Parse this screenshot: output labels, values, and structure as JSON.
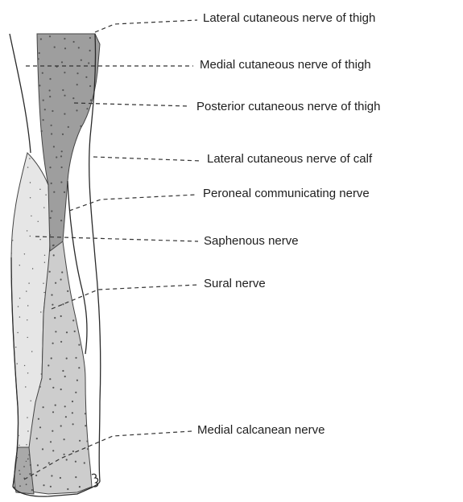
{
  "labels": [
    {
      "id": "lateral-cutaneous-thigh",
      "text": "Lateral cutaneous nerve of thigh"
    },
    {
      "id": "medial-cutaneous-thigh",
      "text": "Medial cutaneous nerve of thigh"
    },
    {
      "id": "posterior-cutaneous-thigh",
      "text": "Posterior cutaneous nerve of thigh"
    },
    {
      "id": "lateral-cutaneous-calf",
      "text": "Lateral cutaneous nerve of calf"
    },
    {
      "id": "peroneal-communicating",
      "text": "Peroneal communicating nerve"
    },
    {
      "id": "saphenous",
      "text": "Saphenous nerve"
    },
    {
      "id": "sural",
      "text": "Sural nerve"
    },
    {
      "id": "medial-calcanean",
      "text": "Medial calcanean nerve"
    }
  ],
  "colors": {
    "posterior_region": "#9e9e9e",
    "saphenous_region": "#e6e6e6",
    "sural_region": "#cdcdcd",
    "calcanean_region": "#a9a9a9",
    "dots": "#555555"
  }
}
